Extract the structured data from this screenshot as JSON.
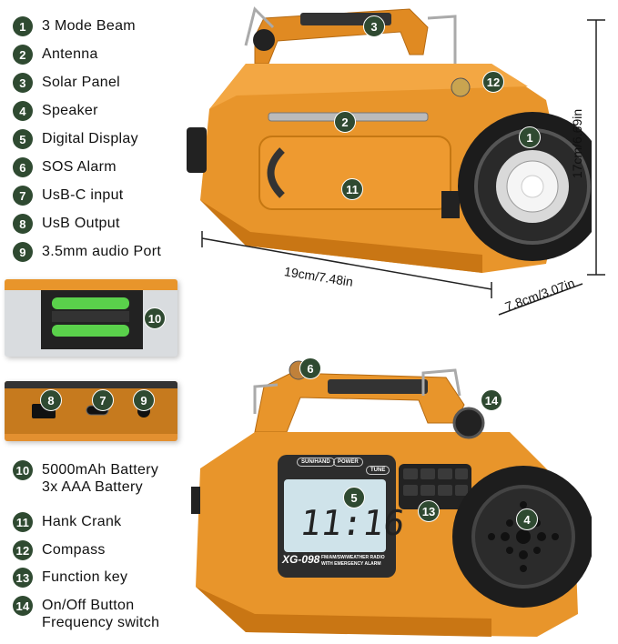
{
  "features": [
    {
      "num": "1",
      "label": "3 Mode Beam"
    },
    {
      "num": "2",
      "label": "Antenna"
    },
    {
      "num": "3",
      "label": "Solar Panel"
    },
    {
      "num": "4",
      "label": "Speaker"
    },
    {
      "num": "5",
      "label": "Digital Display"
    },
    {
      "num": "6",
      "label": "SOS Alarm"
    },
    {
      "num": "7",
      "label": "UsB-C input"
    },
    {
      "num": "8",
      "label": "UsB Output"
    },
    {
      "num": "9",
      "label": "3.5mm audio Port"
    },
    {
      "num": "10",
      "label": "5000mAh Battery\n3x AAA Battery"
    },
    {
      "num": "11",
      "label": "Hank Crank"
    },
    {
      "num": "12",
      "label": "Compass"
    },
    {
      "num": "13",
      "label": "Function key"
    },
    {
      "num": "14",
      "label": "On/Off Button\nFrequency switch"
    }
  ],
  "dimensions": {
    "height": "17cm/6.69in",
    "length": "19cm/7.48in",
    "width": "7.8cm/3.07in"
  },
  "device": {
    "btn_sun": "SUN/HAND",
    "btn_power": "POWER",
    "btn_tune": "TUNE",
    "clock": "11:16",
    "model": "XG-098",
    "caption1": "FM/AM/SW/WEATHER RADIO",
    "caption2": "WITH EMERGENCY ALARM"
  },
  "colors": {
    "body": "#e8952b",
    "badge": "#2f4a31",
    "lcd": "#cfe3ea"
  }
}
